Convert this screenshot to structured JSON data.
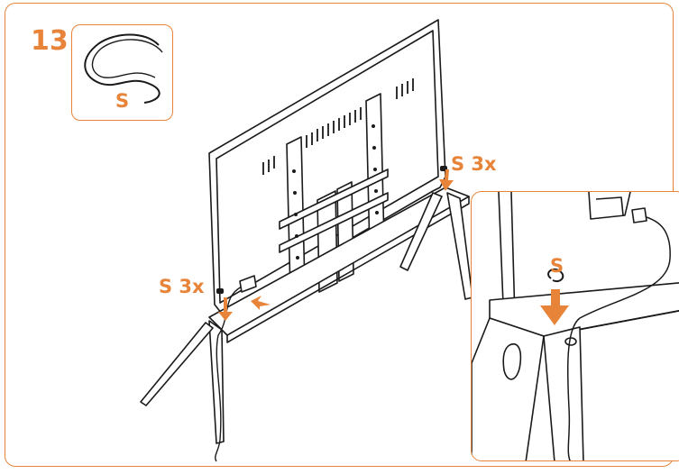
{
  "step": {
    "number": "13"
  },
  "part": {
    "label": "S"
  },
  "callouts": {
    "right": "S 3x",
    "left": "S 3x",
    "detail": "S"
  },
  "colors": {
    "accent": "#e8843a",
    "line": "#1a1a1a"
  },
  "icons": {
    "part": "s-clip-icon",
    "arrow": "orange-arrow-icon"
  }
}
